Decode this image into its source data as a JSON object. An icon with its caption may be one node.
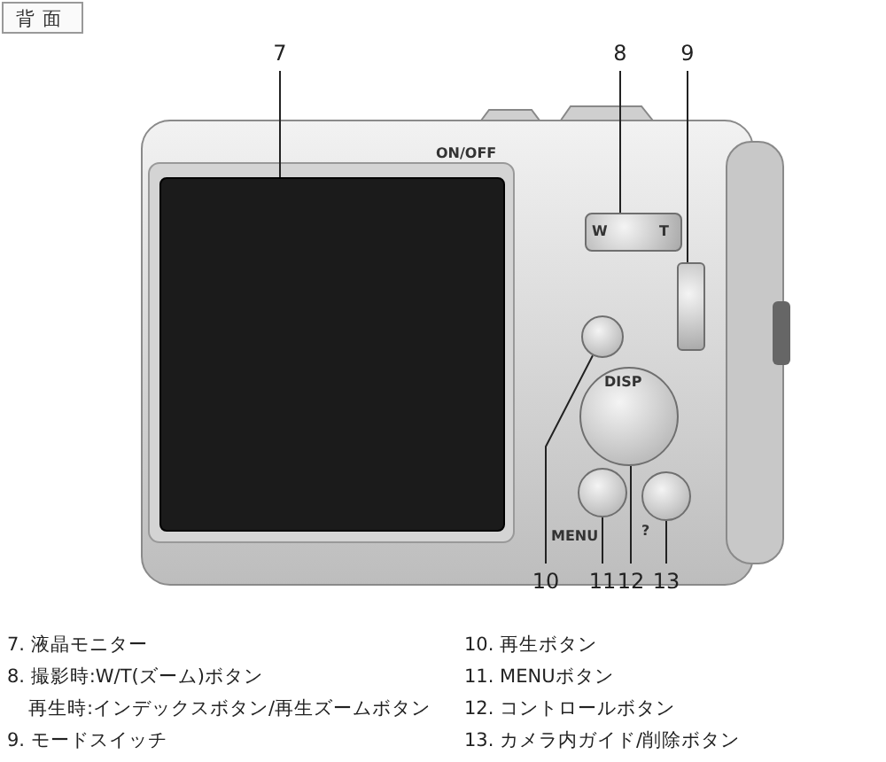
{
  "diagram": {
    "title": "背面",
    "nodes": [
      {
        "text": [
          "7"
        ]
      },
      {
        "text": [
          "8"
        ]
      },
      {
        "text": [
          "9"
        ]
      },
      {
        "text": [
          "10"
        ]
      },
      {
        "text": [
          "11"
        ]
      },
      {
        "text": [
          "12"
        ]
      },
      {
        "text": [
          "13"
        ]
      },
      {
        "text": [],
        "shape": "box"
      },
      {
        "text": [],
        "shape": "box"
      },
      {
        "text": [],
        "shape": "bar"
      },
      {
        "text": [],
        "shape": "circle"
      },
      {
        "text": [],
        "shape": "circle"
      },
      {
        "text": [],
        "shape": "circle"
      },
      {
        "text": [],
        "shape": "circle"
      }
    ],
    "edges": [
      {
        "from": 0,
        "to": 7,
        "arrow": "none"
      },
      {
        "from": 1,
        "to": 8,
        "arrow": "none"
      },
      {
        "from": 2,
        "to": 9,
        "arrow": "none"
      },
      {
        "from": 3,
        "to": 10,
        "arrow": "none"
      },
      {
        "from": 4,
        "to": 11,
        "arrow": "none"
      },
      {
        "from": 5,
        "to": 12,
        "arrow": "none"
      },
      {
        "from": 6,
        "to": 13,
        "arrow": "none"
      }
    ],
    "labels": [
      "ON/OFF",
      "W",
      "T",
      "DISP",
      "MENU",
      "?",
      "7. 液晶モニター",
      "10. 再生ボタン",
      "8. 撮影時:W/T(ズーム)ボタン",
      "11. MENUボタン",
      "再生時:インデックスボタン/再生ズームボタン",
      "12. コントロールボタン",
      "9. モードスイッチ",
      "13. カメラ内ガイド/削除ボタン"
    ]
  }
}
